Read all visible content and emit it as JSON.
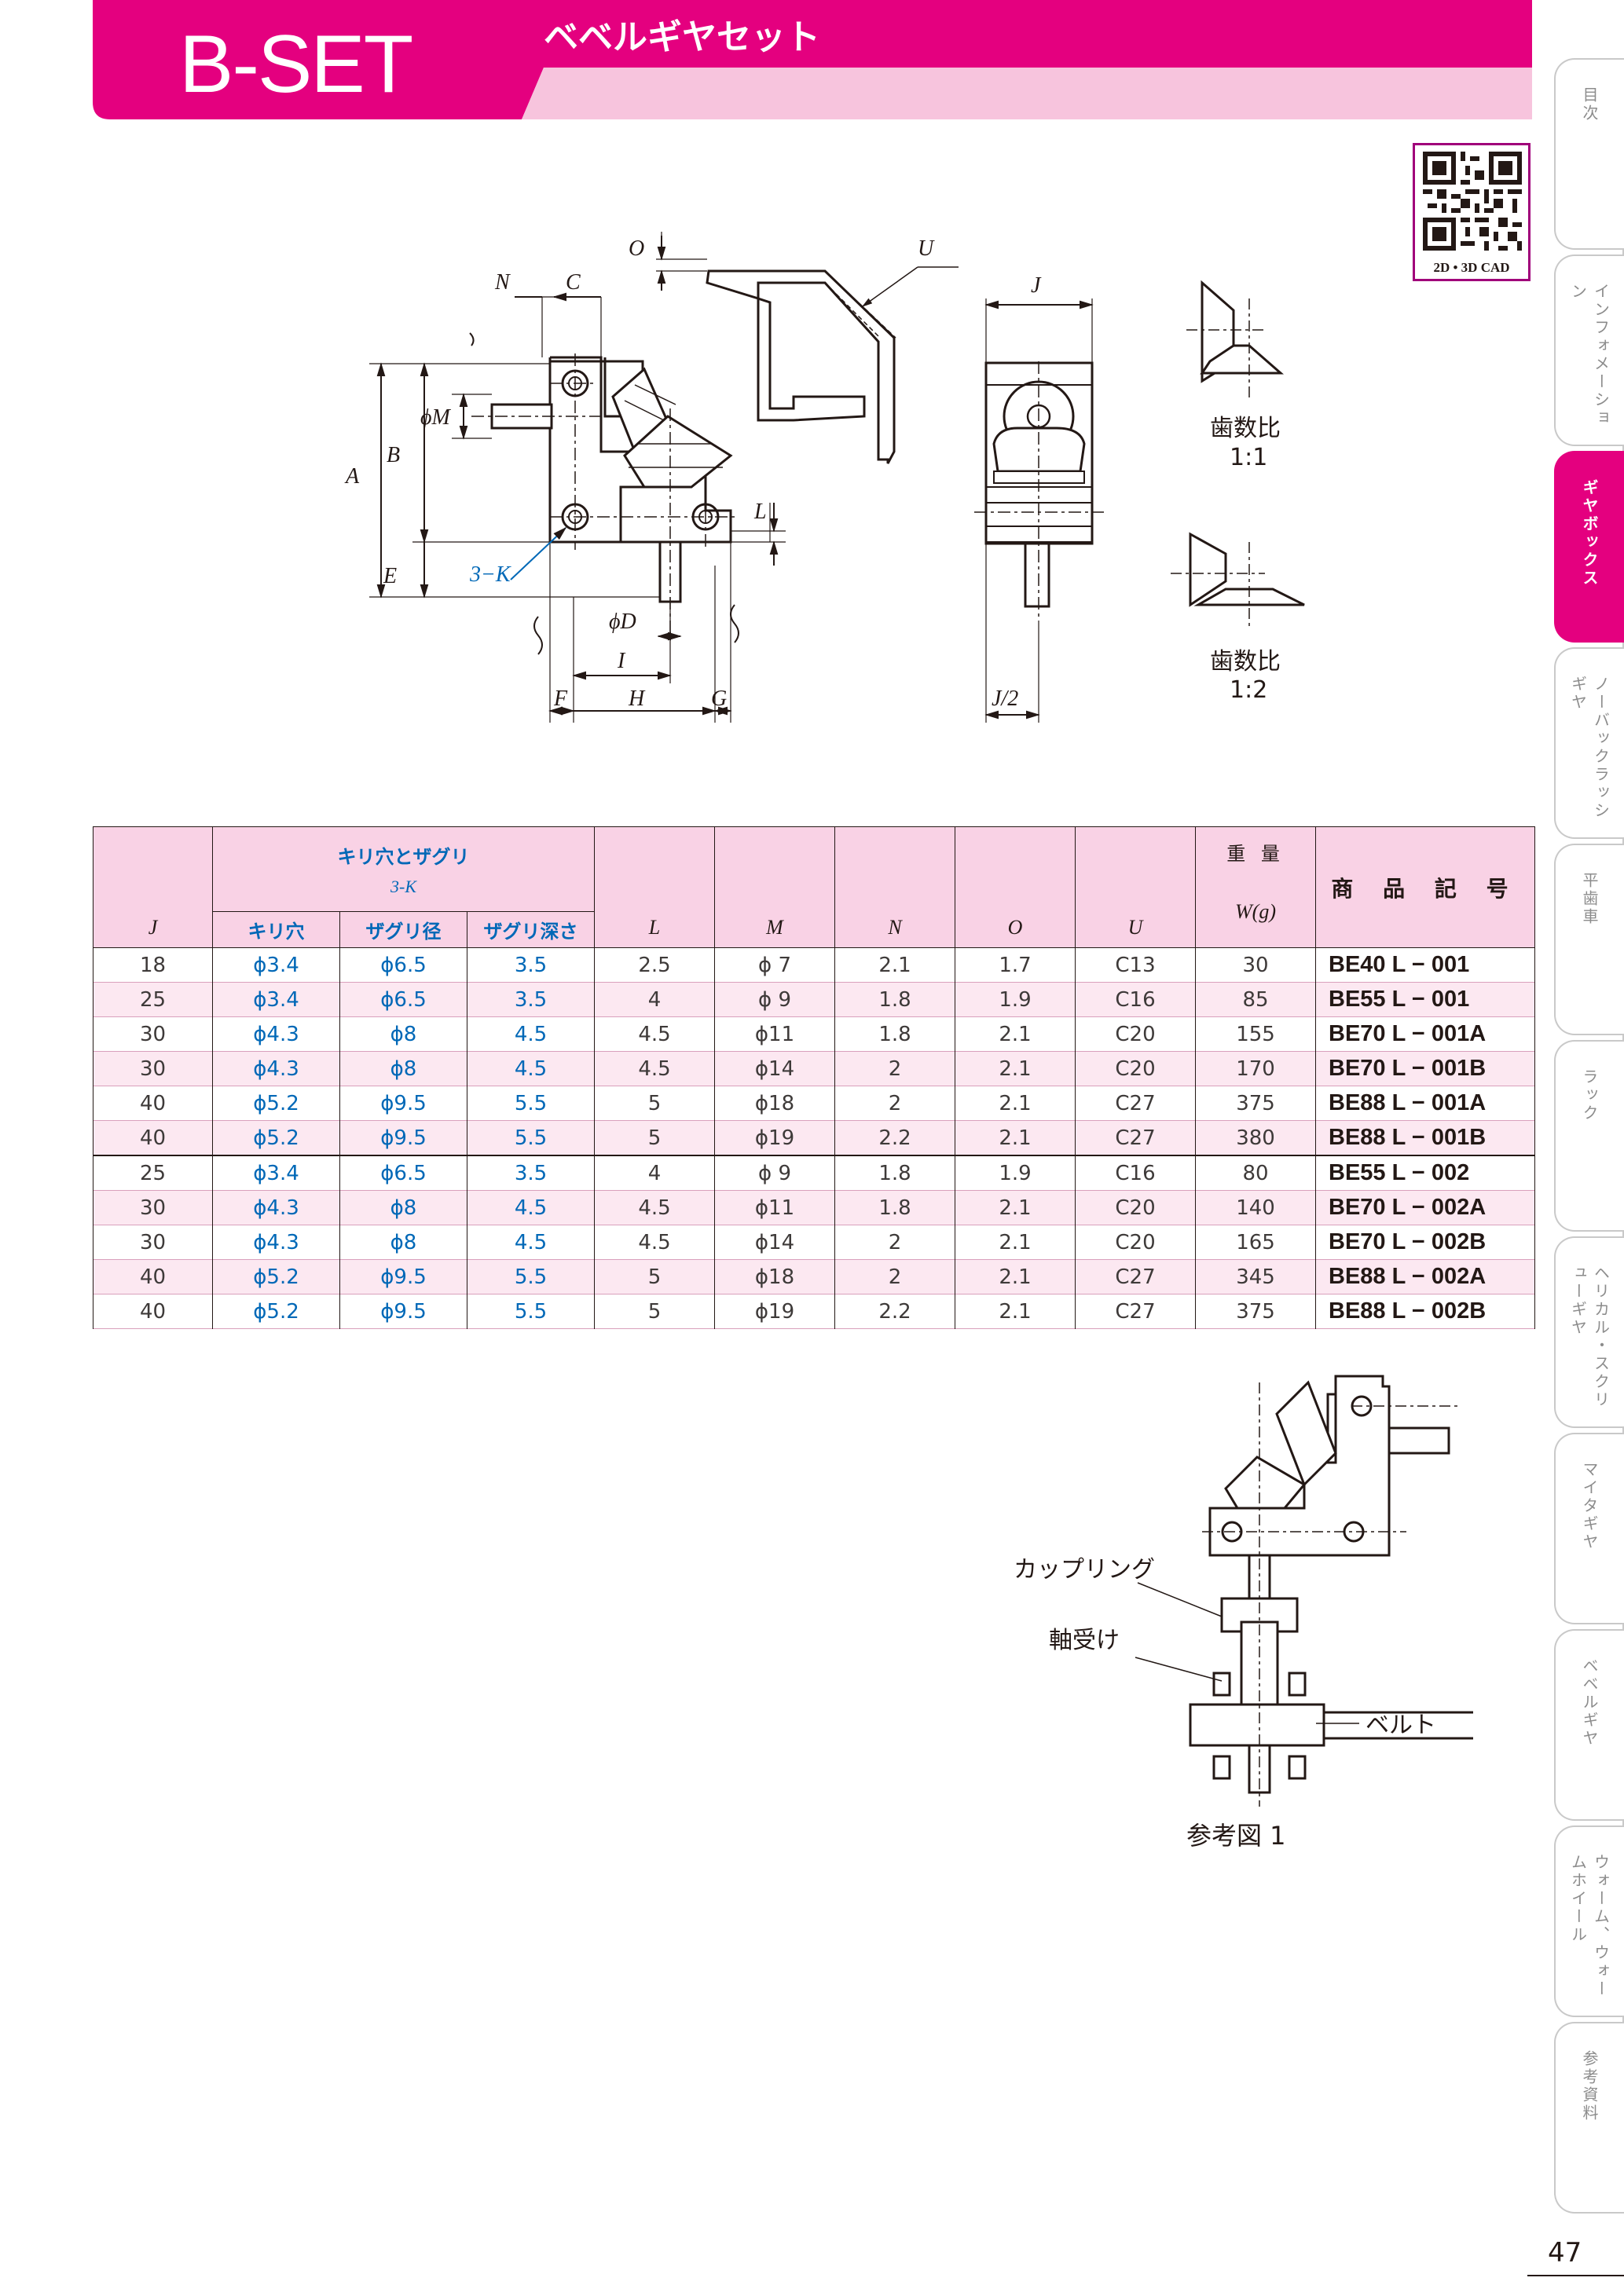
{
  "header": {
    "title": "B-SET",
    "subtitle": "ベベルギヤセット",
    "color": "#e4007f"
  },
  "side_tabs": [
    {
      "label": "目次",
      "active": false
    },
    {
      "label": "インフォメーション",
      "active": false
    },
    {
      "label": "ギヤボックス",
      "active": true
    },
    {
      "label": "ノーバックラッシギヤ",
      "active": false
    },
    {
      "label": "平歯車",
      "active": false
    },
    {
      "label": "ラック",
      "active": false
    },
    {
      "label": "ヘリカル・スクリューギヤ",
      "active": false
    },
    {
      "label": "マイタギヤ",
      "active": false
    },
    {
      "label": "ベベルギヤ",
      "active": false
    },
    {
      "label": "ウォーム、ウォームホイール",
      "active": false
    },
    {
      "label": "参考資料",
      "active": false
    }
  ],
  "qr": {
    "caption": "2D • 3D CAD",
    "icon": "qr-code-icon"
  },
  "drawing": {
    "labels": {
      "N": "N",
      "C": "C",
      "O": "O",
      "U": "U",
      "A": "A",
      "B": "B",
      "M": "ϕM",
      "E": "E",
      "K": "3−K",
      "L": "L",
      "D": "ϕD",
      "I": "I",
      "F": "F",
      "H": "H",
      "G": "G",
      "J": "J",
      "J2": "J/2"
    },
    "ratio_1": {
      "label": "歯数比",
      "value": "1:1"
    },
    "ratio_2": {
      "label": "歯数比",
      "value": "1:2"
    }
  },
  "reference": {
    "coupling": "カップリング",
    "bearing": "軸受け",
    "belt": "ベルト",
    "caption": "参考図 1"
  },
  "table": {
    "headers": {
      "j": "J",
      "hole_group": "キリ穴とザグリ",
      "hole_group_sub": "3-K",
      "hole": "キリ穴",
      "counterbore_dia": "ザグリ径",
      "counterbore_depth": "ザグリ深さ",
      "l": "L",
      "m": "M",
      "n": "N",
      "o": "O",
      "u": "U",
      "weight": "重 量",
      "weight_unit": "W(g)",
      "code": "商 品 記 号"
    },
    "rows": [
      [
        "18",
        "ϕ3.4",
        "ϕ6.5",
        "3.5",
        "2.5",
        "ϕ 7",
        "2.1",
        "1.7",
        "C13",
        "30",
        "BE40 L − 001"
      ],
      [
        "25",
        "ϕ3.4",
        "ϕ6.5",
        "3.5",
        "4",
        "ϕ 9",
        "1.8",
        "1.9",
        "C16",
        "85",
        "BE55 L − 001"
      ],
      [
        "30",
        "ϕ4.3",
        "ϕ8",
        "4.5",
        "4.5",
        "ϕ11",
        "1.8",
        "2.1",
        "C20",
        "155",
        "BE70 L − 001A"
      ],
      [
        "30",
        "ϕ4.3",
        "ϕ8",
        "4.5",
        "4.5",
        "ϕ14",
        "2",
        "2.1",
        "C20",
        "170",
        "BE70 L − 001B"
      ],
      [
        "40",
        "ϕ5.2",
        "ϕ9.5",
        "5.5",
        "5",
        "ϕ18",
        "2",
        "2.1",
        "C27",
        "375",
        "BE88 L − 001A"
      ],
      [
        "40",
        "ϕ5.2",
        "ϕ9.5",
        "5.5",
        "5",
        "ϕ19",
        "2.2",
        "2.1",
        "C27",
        "380",
        "BE88 L − 001B"
      ],
      [
        "25",
        "ϕ3.4",
        "ϕ6.5",
        "3.5",
        "4",
        "ϕ 9",
        "1.8",
        "1.9",
        "C16",
        "80",
        "BE55 L − 002"
      ],
      [
        "30",
        "ϕ4.3",
        "ϕ8",
        "4.5",
        "4.5",
        "ϕ11",
        "1.8",
        "2.1",
        "C20",
        "140",
        "BE70 L − 002A"
      ],
      [
        "30",
        "ϕ4.3",
        "ϕ8",
        "4.5",
        "4.5",
        "ϕ14",
        "2",
        "2.1",
        "C20",
        "165",
        "BE70 L − 002B"
      ],
      [
        "40",
        "ϕ5.2",
        "ϕ9.5",
        "5.5",
        "5",
        "ϕ18",
        "2",
        "2.1",
        "C27",
        "345",
        "BE88 L − 002A"
      ],
      [
        "40",
        "ϕ5.2",
        "ϕ9.5",
        "5.5",
        "5",
        "ϕ19",
        "2.2",
        "2.1",
        "C27",
        "375",
        "BE88 L − 002B"
      ]
    ]
  },
  "page_number": "47"
}
